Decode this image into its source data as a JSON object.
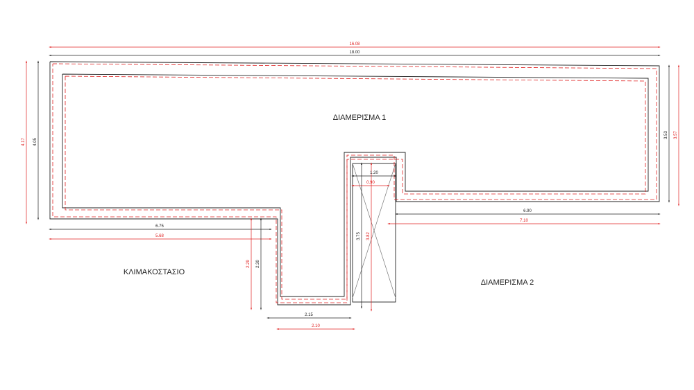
{
  "rooms": {
    "apartment_1": "ΔΙΑΜΕΡΙΣΜΑ 1",
    "apartment_2": "ΔΙΑΜΕΡΙΣΜΑ 2",
    "staircase": "ΚΛΙΜΑΚΟΣΤΑΣΙΟ"
  },
  "dimensions": {
    "top_total_red": "16.08",
    "top_total_black": "18.00",
    "left_outer_red": "4.17",
    "left_inner_black": "4.05",
    "right_inner_black": "3.53",
    "right_outer_red": "3.57",
    "bottom_left_black": "6.75",
    "bottom_left_red": "5.68",
    "bottom_right_black": "6.90",
    "bottom_right_red": "7.10",
    "corridor_height_red": "2.29",
    "corridor_height_black": "2.30",
    "corridor_width_black": "2.15",
    "corridor_width_red": "2.10",
    "shaft_width_black": "1.20",
    "shaft_width_red": "0.90",
    "shaft_height_black": "3.75",
    "shaft_height_red": "3.82"
  },
  "colors": {
    "existing_line": "#222222",
    "survey_line": "#e02020"
  }
}
